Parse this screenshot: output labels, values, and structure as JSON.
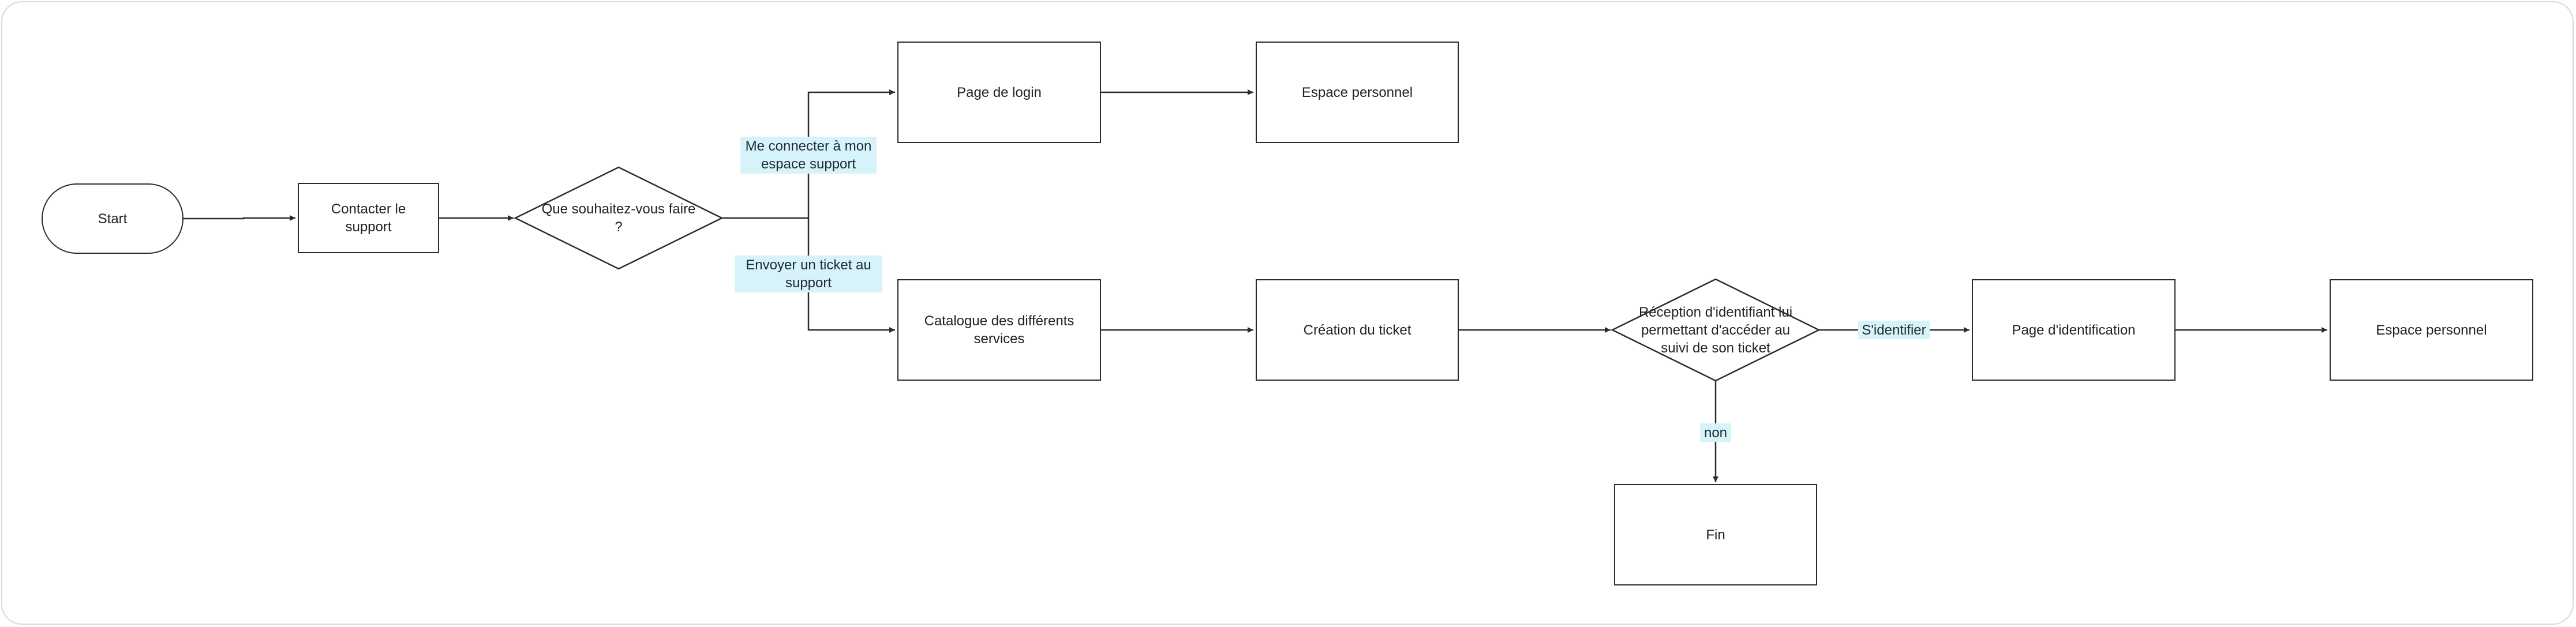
{
  "nodes": {
    "start": "Start",
    "contact": "Contacter le support",
    "question": "Que souhaitez-vous faire ?",
    "login": "Page de login",
    "espace1": "Espace personnel",
    "catalogue": "Catalogue des différents services",
    "creation": "Création du ticket",
    "reception": "Réception d'identifiant lui permettant d'accéder au suivi de son ticket",
    "identification": "Page d'identification",
    "espace2": "Espace personnel",
    "fin": "Fin"
  },
  "edge_labels": {
    "connect": "Me connecter à mon espace support",
    "ticket": "Envoyer un ticket au support",
    "identify": "S'identifier",
    "no": "non"
  },
  "colors": {
    "stroke": "#2b2b2b",
    "label_bg": "#d7f3fa",
    "frame": "#d9d9d9"
  }
}
